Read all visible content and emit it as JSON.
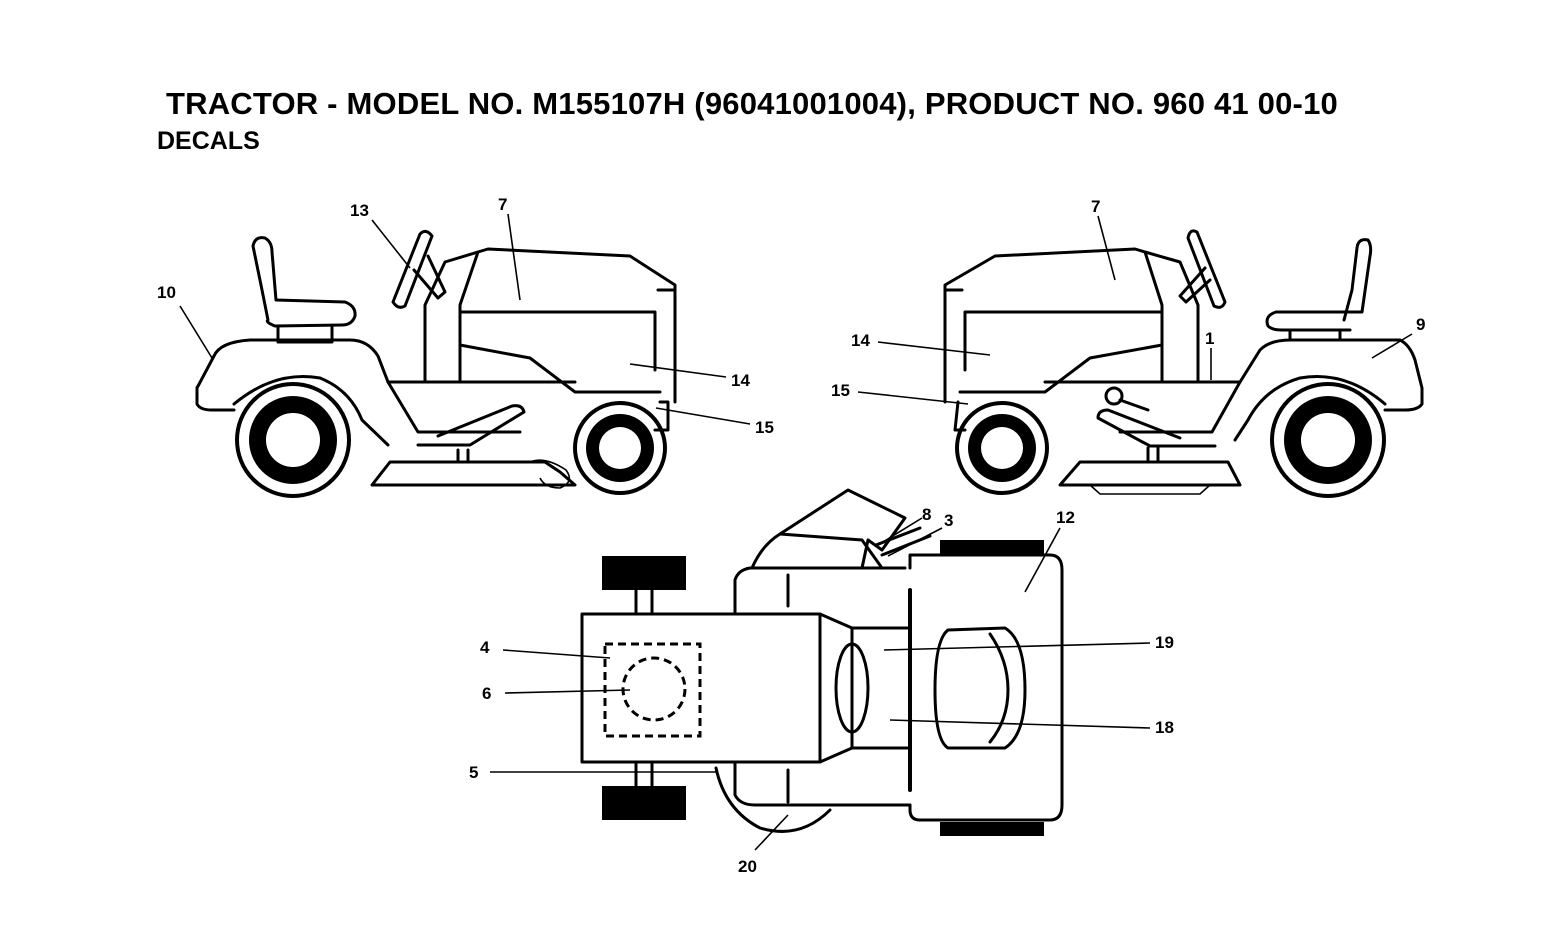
{
  "header": {
    "title": "TRACTOR - MODEL NO. M155107H (96041001004), PRODUCT NO. 960 41 00-10",
    "subtitle": "DECALS"
  },
  "callouts": {
    "c1": "1",
    "c3": "3",
    "c4": "4",
    "c5": "5",
    "c6": "6",
    "c7_left": "7",
    "c7_right": "7",
    "c8": "8",
    "c9": "9",
    "c10": "10",
    "c12": "12",
    "c13": "13",
    "c14_left": "14",
    "c14_right": "14",
    "c15_left": "15",
    "c15_right": "15",
    "c18": "18",
    "c19": "19",
    "c20": "20"
  },
  "colors": {
    "line": "#000000",
    "background": "#ffffff"
  }
}
